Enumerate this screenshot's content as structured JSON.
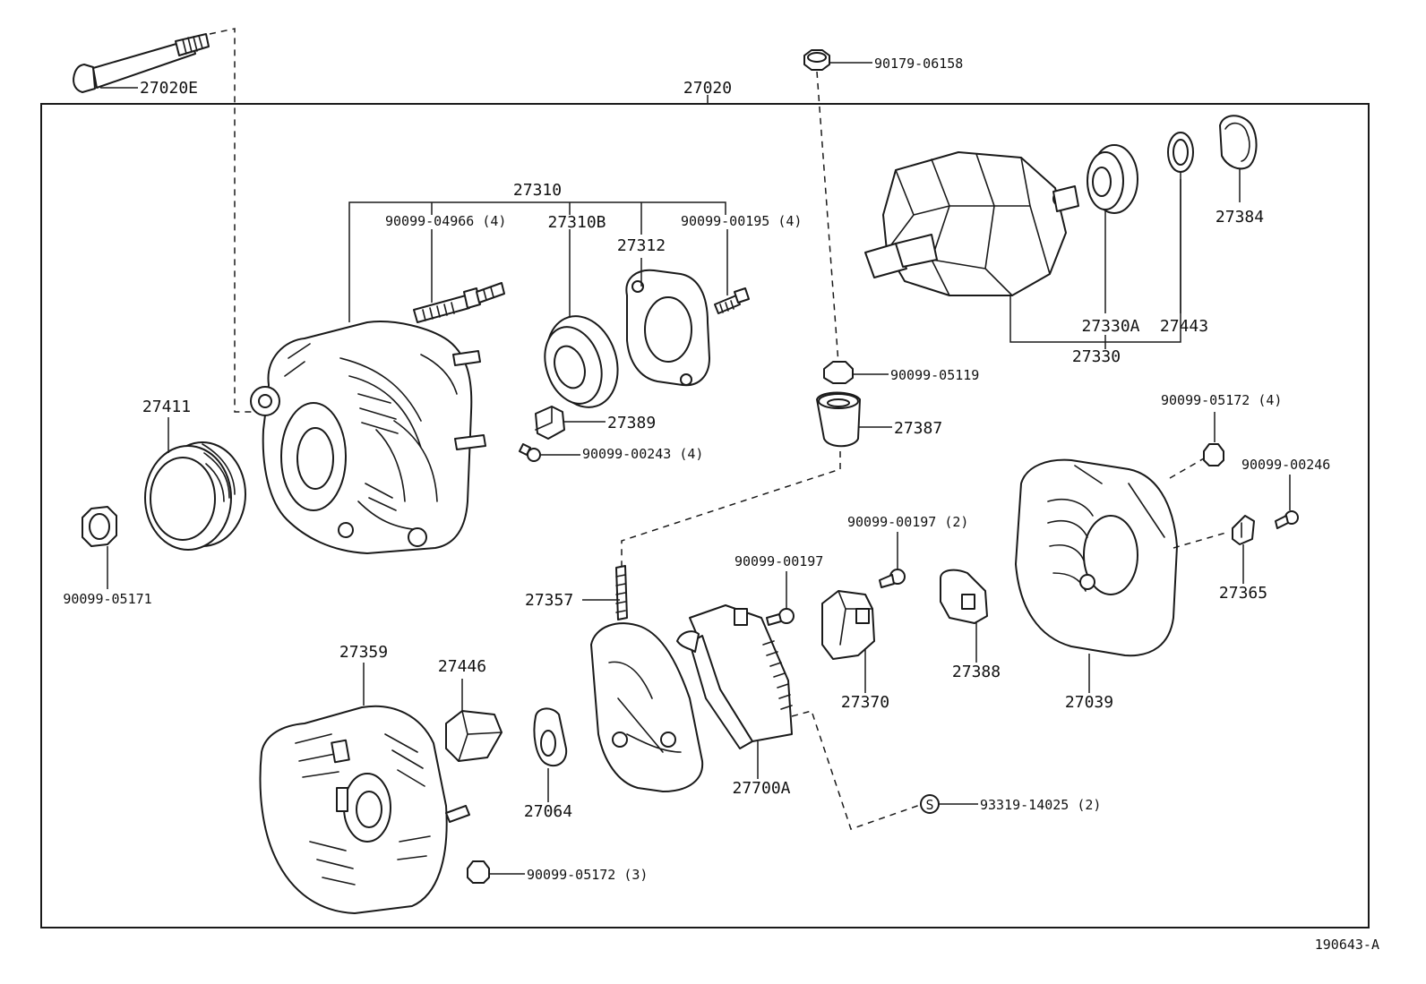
{
  "diagram": {
    "figure_id": "190643-A",
    "assembly": "27020",
    "parts": {
      "p27020E": "27020E",
      "p27020": "27020",
      "p90179_06158": "90179-06158",
      "p27310": "27310",
      "p90099_04966": "90099-04966 (4)",
      "p27310B": "27310B",
      "p27312": "27312",
      "p90099_00195": "90099-00195 (4)",
      "p27384": "27384",
      "p27330A": "27330A",
      "p27443": "27443",
      "p27330": "27330",
      "p90099_05119": "90099-05119",
      "p27411": "27411",
      "p27389": "27389",
      "p27387": "27387",
      "p90099_00243": "90099-00243 (4)",
      "p90099_05172_4": "90099-05172 (4)",
      "p90099_00246": "90099-00246",
      "p90099_05171": "90099-05171",
      "p90099_00197_2": "90099-00197 (2)",
      "p90099_00197": "90099-00197",
      "p27357": "27357",
      "p27365": "27365",
      "p27370": "27370",
      "p27388": "27388",
      "p27039": "27039",
      "p27359": "27359",
      "p27446": "27446",
      "p27064": "27064",
      "p27700A": "27700A",
      "p93319_14025": "93319-14025 (2)",
      "p90099_05172_3": "90099-05172 (3)",
      "s_symbol": "S"
    }
  }
}
